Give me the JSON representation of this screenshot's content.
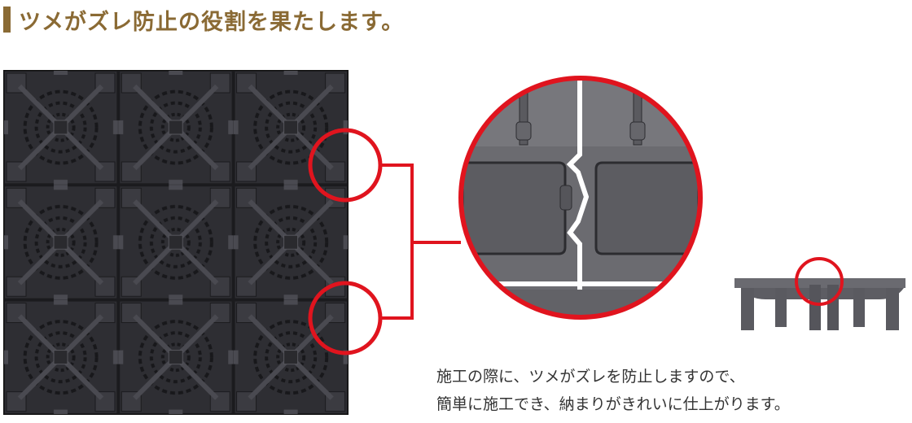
{
  "heading": {
    "text": "ツメがズレ防止の役割を果たします。"
  },
  "caption": {
    "line1": "施工の際に、ツメがズレを防止しますので、",
    "line2": "簡単に施工でき、納まりがきれいに仕上がります。"
  },
  "images": {
    "tiles": "interlocking-tile-grid-photo",
    "zoom": "claw-joint-closeup",
    "side": "tile-side-profile"
  },
  "colors": {
    "accent": "#8a6a34",
    "highlight": "#e0141e",
    "tile": "#2e2e33",
    "text": "#333333"
  }
}
